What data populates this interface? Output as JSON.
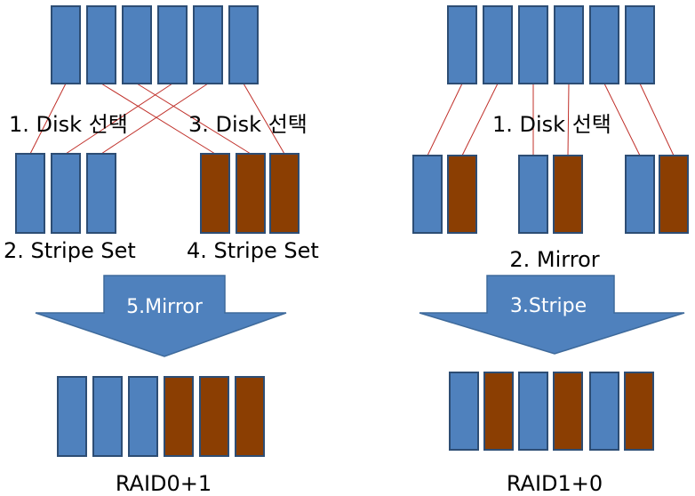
{
  "colors": {
    "disk_blue": "#4f81bd",
    "disk_brown": "#8b3e02",
    "disk_stroke": "#2d4d74",
    "link_red": "#c0302a",
    "arrow_fill": "#4f81bd"
  },
  "raid01": {
    "source_disks": [
      "blue",
      "blue",
      "blue",
      "blue",
      "blue",
      "blue"
    ],
    "step1_label": "1. Disk 선택",
    "step3_label": "3. Disk 선택",
    "stripe_set_a": [
      "blue",
      "blue",
      "blue"
    ],
    "stripe_set_b": [
      "brown",
      "brown",
      "brown"
    ],
    "step2_label": "2. Stripe Set",
    "step4_label": "4. Stripe Set",
    "arrow_label": "5.Mirror",
    "result_disks": [
      "blue",
      "blue",
      "blue",
      "brown",
      "brown",
      "brown"
    ],
    "caption": "RAID0+1"
  },
  "raid10": {
    "source_disks": [
      "blue",
      "blue",
      "blue",
      "blue",
      "blue",
      "blue"
    ],
    "step1_label": "1. Disk 선택",
    "mirror_pairs": [
      [
        "blue",
        "brown"
      ],
      [
        "blue",
        "brown"
      ],
      [
        "blue",
        "brown"
      ]
    ],
    "step2_label": "2. Mirror",
    "arrow_label": "3.Stripe",
    "result_disks": [
      "blue",
      "brown",
      "blue",
      "brown",
      "blue",
      "brown"
    ],
    "caption": "RAID1+0"
  }
}
